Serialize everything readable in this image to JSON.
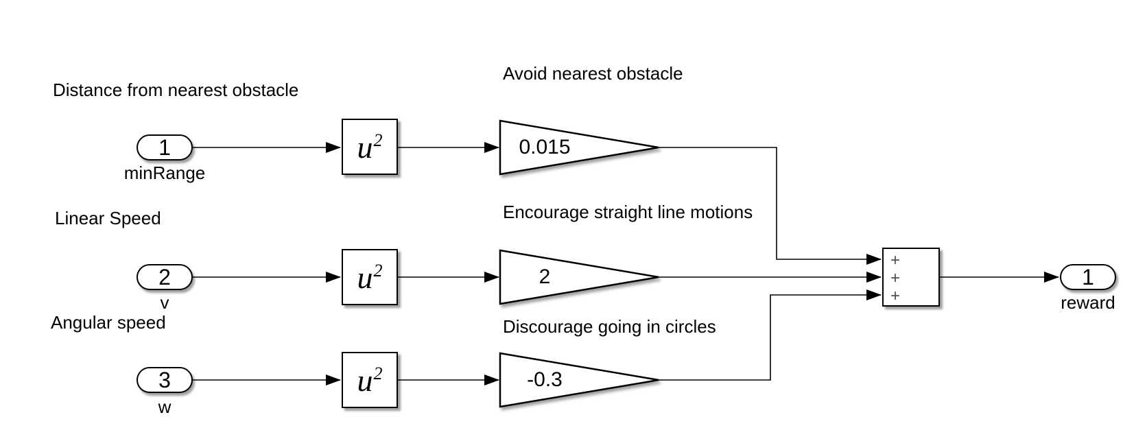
{
  "colors": {
    "background": "#ffffff",
    "stroke": "#000000",
    "text": "#000000",
    "sum_sign_color": "#4d4d4d"
  },
  "rows": [
    {
      "source_annotation": "Distance from nearest obstacle",
      "gain_annotation": "Avoid nearest obstacle",
      "inport": {
        "number": "1",
        "name": "minRange"
      },
      "square": {
        "base": "u",
        "exp": "2"
      },
      "gain": {
        "value": "0.015"
      }
    },
    {
      "source_annotation": "Linear Speed",
      "gain_annotation": "Encourage straight line motions",
      "inport": {
        "number": "2",
        "name": "v"
      },
      "square": {
        "base": "u",
        "exp": "2"
      },
      "gain": {
        "value": "2"
      }
    },
    {
      "source_annotation": "Angular speed",
      "gain_annotation": "Discourage going in circles",
      "inport": {
        "number": "3",
        "name": "w"
      },
      "square": {
        "base": "u",
        "exp": "2"
      },
      "gain": {
        "value": "-0.3"
      }
    }
  ],
  "sum": {
    "signs": [
      "+",
      "+",
      "+"
    ]
  },
  "outport": {
    "number": "1",
    "name": "reward"
  }
}
